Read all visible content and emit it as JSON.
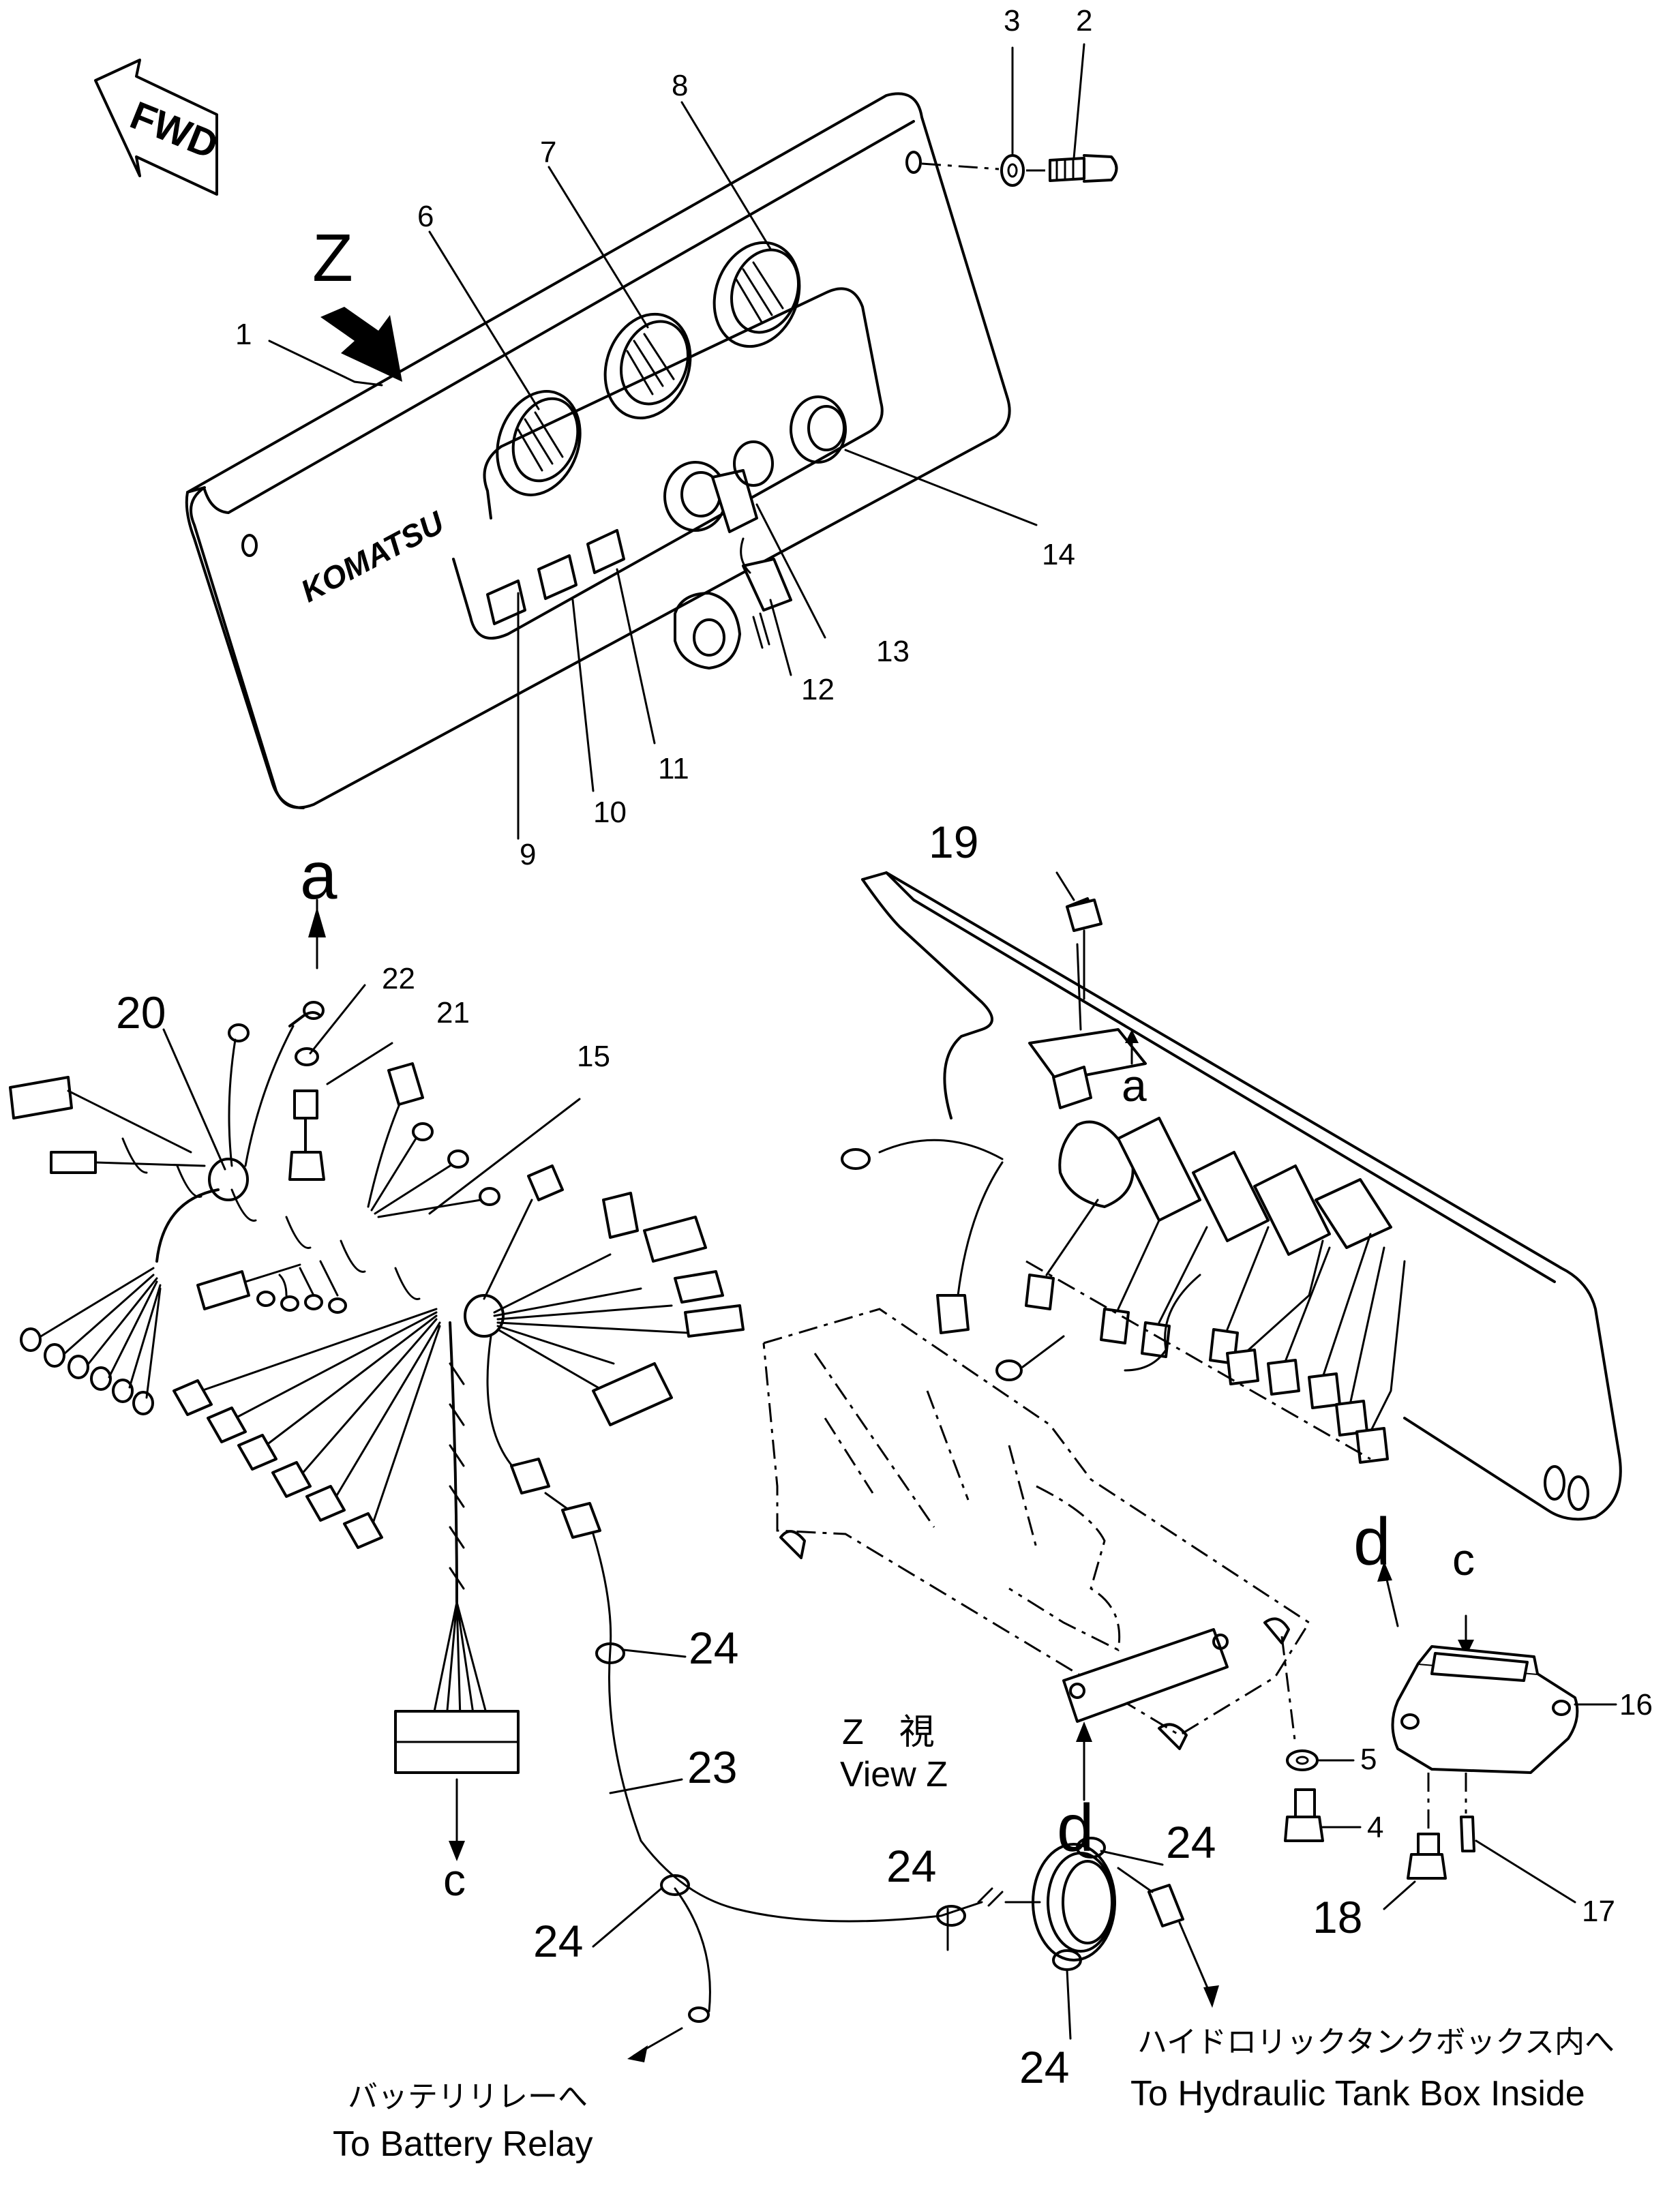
{
  "direction_arrow": {
    "label": "FWD"
  },
  "view_marker": {
    "letter": "Z"
  },
  "brand_logo": "KOMATSU",
  "part_callouts": [
    {
      "id": "p1",
      "label": "1"
    },
    {
      "id": "p2",
      "label": "2"
    },
    {
      "id": "p3",
      "label": "3"
    },
    {
      "id": "p4",
      "label": "4"
    },
    {
      "id": "p5",
      "label": "5"
    },
    {
      "id": "p6",
      "label": "6"
    },
    {
      "id": "p7",
      "label": "7"
    },
    {
      "id": "p8",
      "label": "8"
    },
    {
      "id": "p9",
      "label": "9"
    },
    {
      "id": "p10",
      "label": "10"
    },
    {
      "id": "p11",
      "label": "11"
    },
    {
      "id": "p12",
      "label": "12"
    },
    {
      "id": "p13",
      "label": "13"
    },
    {
      "id": "p14",
      "label": "14"
    },
    {
      "id": "p15",
      "label": "15"
    },
    {
      "id": "p16",
      "label": "16"
    },
    {
      "id": "p17",
      "label": "17"
    },
    {
      "id": "p18",
      "label": "18"
    },
    {
      "id": "p19",
      "label": "19"
    },
    {
      "id": "p20",
      "label": "20"
    },
    {
      "id": "p21",
      "label": "21"
    },
    {
      "id": "p22",
      "label": "22"
    },
    {
      "id": "p23",
      "label": "23"
    },
    {
      "id": "p24a",
      "label": "24"
    },
    {
      "id": "p24b",
      "label": "24"
    },
    {
      "id": "p24c",
      "label": "24"
    },
    {
      "id": "p24d",
      "label": "24"
    },
    {
      "id": "p24e",
      "label": "24"
    }
  ],
  "connection_letters": {
    "a_top": "a",
    "a_view": "a",
    "c_bottom": "c",
    "c_module": "c",
    "d_view": "d",
    "d_module": "d"
  },
  "view_caption": {
    "jp": "Z　視",
    "en": "View Z"
  },
  "destinations": {
    "battery_relay_jp": "バッテリリレーへ",
    "battery_relay_en": "To Battery Relay",
    "hydraulic_tank_jp": "ハイドロリックタンクボックス内へ",
    "hydraulic_tank_en": "To Hydraulic Tank Box Inside"
  }
}
